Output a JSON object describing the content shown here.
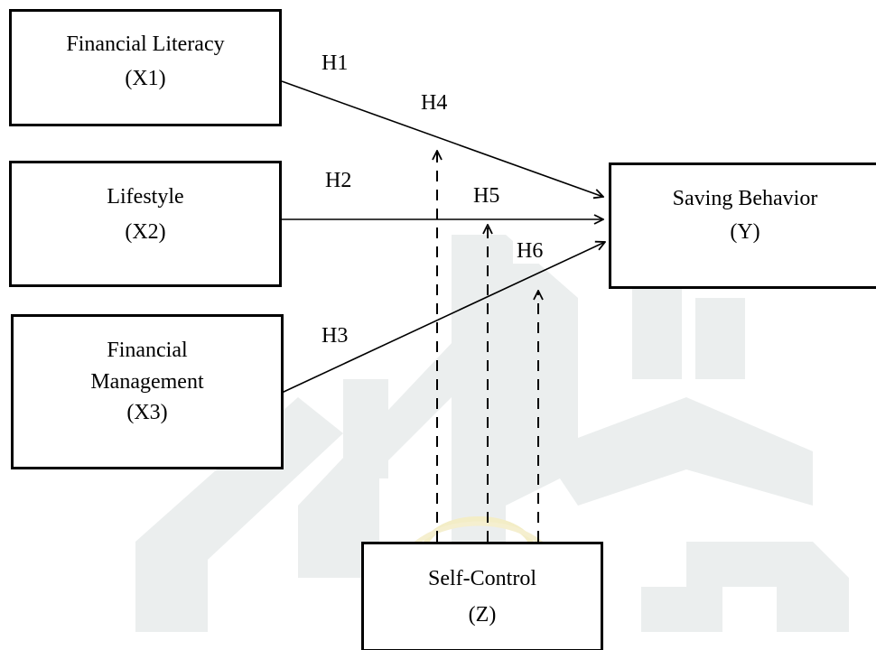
{
  "nodes": {
    "x1": {
      "name": "Financial Literacy",
      "code": "(X1)"
    },
    "x2": {
      "name": "Lifestyle",
      "code": "(X2)"
    },
    "x3": {
      "name_line1": "Financial",
      "name_line2": "Management",
      "code": "(X3)"
    },
    "y": {
      "name": "Saving Behavior",
      "code": "(Y)"
    },
    "z": {
      "name": "Self-Control",
      "code": "(Z)"
    }
  },
  "hypotheses": {
    "h1": "H1",
    "h2": "H2",
    "h3": "H3",
    "h4": "H4",
    "h5": "H5",
    "h6": "H6"
  },
  "edges": [
    {
      "from": "x1",
      "to": "y",
      "label": "h1",
      "style": "solid"
    },
    {
      "from": "x2",
      "to": "y",
      "label": "h2",
      "style": "solid"
    },
    {
      "from": "x3",
      "to": "y",
      "label": "h3",
      "style": "solid"
    },
    {
      "from": "z",
      "to": "h1-path",
      "label": "h4",
      "style": "dashed"
    },
    {
      "from": "z",
      "to": "h2-path",
      "label": "h5",
      "style": "dashed"
    },
    {
      "from": "z",
      "to": "h3-path",
      "label": "h6",
      "style": "dashed"
    }
  ],
  "colors": {
    "line": "#000000",
    "box_border": "#000000",
    "watermark": "#e9ecec",
    "watermark_accent": "#f2ecc8"
  }
}
